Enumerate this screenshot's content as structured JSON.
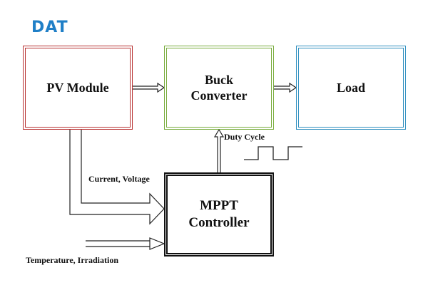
{
  "logo": {
    "text": "DAT"
  },
  "blocks": {
    "pv_module": "PV Module",
    "buck_converter": "Buck\nConverter",
    "load": "Load",
    "mppt_controller": "MPPT\nController"
  },
  "labels": {
    "duty_cycle": "Duty Cycle",
    "current_voltage": "Current, Voltage",
    "temperature_irradiation": "Temperature, Irradiation"
  },
  "colors": {
    "pv_border": "#b83232",
    "buck_border": "#78ac3c",
    "load_border": "#2f8fbf",
    "mppt_border": "#111111",
    "logo": "#1f7fc7"
  }
}
